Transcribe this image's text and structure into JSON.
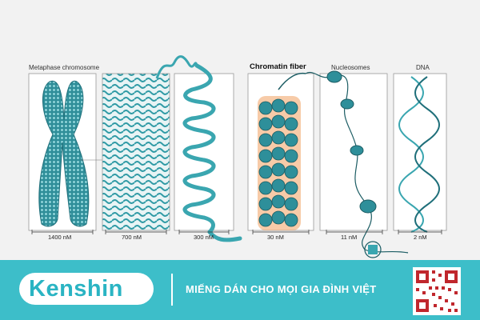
{
  "diagram": {
    "panels": [
      {
        "label": "Metaphase chromosome",
        "scale": "1400 nM"
      },
      {
        "label": "",
        "scale": "700 nM"
      },
      {
        "label": "",
        "scale": "300 nM"
      },
      {
        "label": "Chromatin fiber",
        "scale": "30 nM"
      },
      {
        "label": "Nucleosomes",
        "scale": "11 nM"
      },
      {
        "label": "DNA",
        "scale": "2 nM"
      }
    ],
    "colors": {
      "strand": "#3aa6b0",
      "strand_dark": "#1f6f7a",
      "fiber_glow": "#f0a060",
      "panel_border": "#888888"
    }
  },
  "footer": {
    "brand": "Kenshin",
    "slogan": "MIẾNG DÁN CHO MỌI GIA ĐÌNH VIỆT",
    "background": "#3dbec9",
    "brand_color": "#2ab4c3",
    "qr_icon": "qr-code-icon"
  }
}
